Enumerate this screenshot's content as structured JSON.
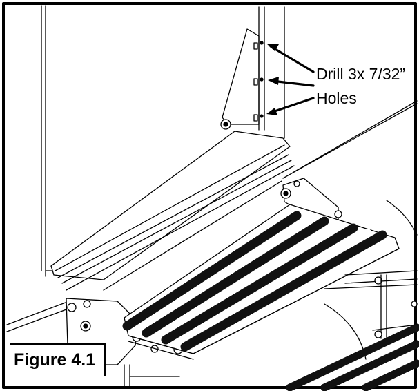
{
  "callout": {
    "line1": "Drill 3x 7/32”",
    "line2": "Holes"
  },
  "caption": "Figure 4.1",
  "colors": {
    "line": "#000000",
    "background": "#ffffff",
    "tread": "#111111"
  }
}
